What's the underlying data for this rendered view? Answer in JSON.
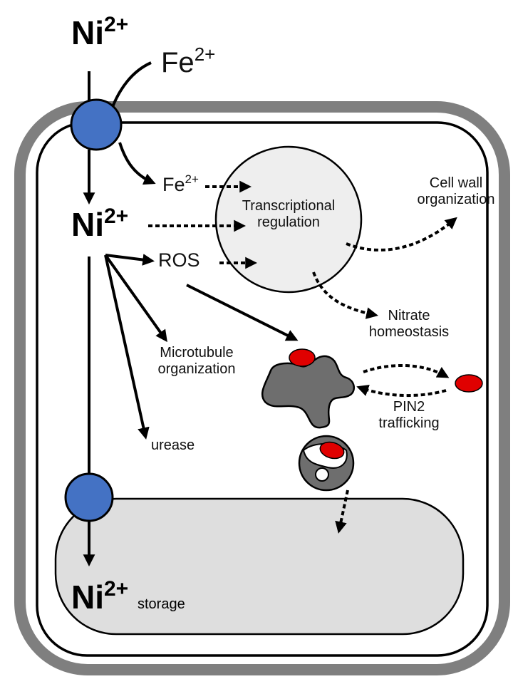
{
  "ion_top": {
    "symbol": "Ni",
    "charge": "2+"
  },
  "iron_top": {
    "symbol": "Fe",
    "charge": "2+"
  },
  "iron_inner": {
    "symbol": "Fe",
    "charge": "2+"
  },
  "ion_inner": {
    "symbol": "Ni",
    "charge": "2+"
  },
  "ion_storage": {
    "symbol": "Ni",
    "charge": "2+",
    "suffix": "storage"
  },
  "nucleus_label": [
    "Transcriptional",
    "regulation"
  ],
  "ros": "ROS",
  "cell_wall": [
    "Cell wall",
    "organization"
  ],
  "nitrate": [
    "Nitrate",
    "homeostasis"
  ],
  "microtubule": [
    "Microtubule",
    "organization"
  ],
  "pin2": [
    "PIN2",
    "trafficking"
  ],
  "urease": "urease",
  "colors": {
    "cell_wall": "#7f7f7f",
    "transporter": "#4472c4",
    "pin2_protein": "#e00000",
    "organelle": "#6e6e6e",
    "nucleus": "#eeeeee",
    "vacuole": "#dedede"
  }
}
